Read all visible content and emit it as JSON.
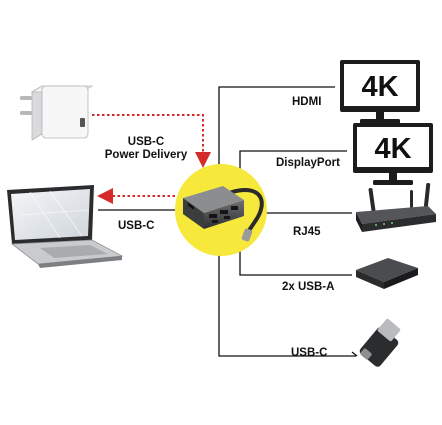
{
  "labels": {
    "power": [
      "USB-C",
      "Power Delivery"
    ],
    "laptop_link": "USB-C",
    "hdmi": "HDMI",
    "displayport": "DisplayPort",
    "rj45": "RJ45",
    "usba": "2x USB-A",
    "usbc": "USB-C"
  },
  "monitors": {
    "hdmi_text": "4K",
    "dp_text": "4K"
  },
  "icons": {
    "charger": "power-adapter-icon",
    "laptop": "laptop-icon",
    "hub": "usb-c-hub-icon",
    "monitor": "monitor-icon",
    "router": "router-icon",
    "hdd": "external-drive-icon",
    "usb_stick": "usb-stick-icon"
  },
  "colors": {
    "hub_circle": "#f6e93c",
    "arrow_red": "#d42a2a",
    "line": "#111111"
  }
}
